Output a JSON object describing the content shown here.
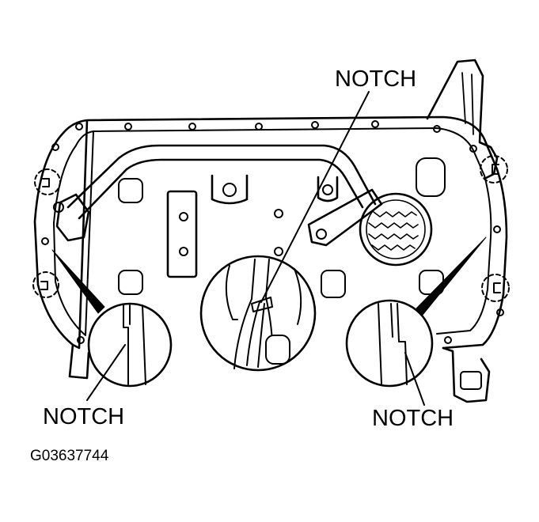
{
  "labels": {
    "notch_top": "NOTCH",
    "notch_left": "NOTCH",
    "notch_right": "NOTCH"
  },
  "figure_code": "G03637744",
  "colors": {
    "ink": "#000000",
    "paper": "#ffffff"
  }
}
